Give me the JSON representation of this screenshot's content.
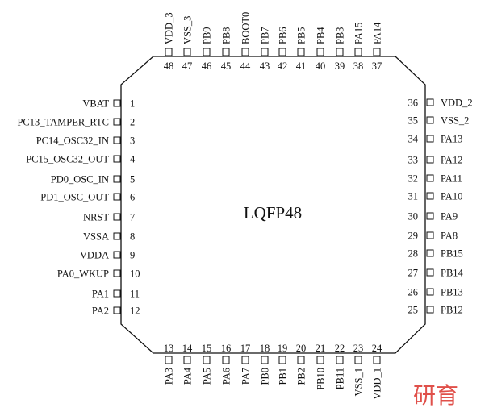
{
  "package_label": "LQFP48",
  "watermark": "研育",
  "colors": {
    "line": "#111111",
    "watermark": "#e0504a"
  },
  "pins": {
    "left": [
      {
        "num": "1",
        "name": "VBAT"
      },
      {
        "num": "2",
        "name": "PC13_TAMPER_RTC"
      },
      {
        "num": "3",
        "name": "PC14_OSC32_IN"
      },
      {
        "num": "4",
        "name": "PC15_OSC32_OUT"
      },
      {
        "num": "5",
        "name": "PD0_OSC_IN"
      },
      {
        "num": "6",
        "name": "PD1_OSC_OUT"
      },
      {
        "num": "7",
        "name": "NRST"
      },
      {
        "num": "8",
        "name": "VSSA"
      },
      {
        "num": "9",
        "name": "VDDA"
      },
      {
        "num": "10",
        "name": "PA0_WKUP"
      },
      {
        "num": "11",
        "name": "PA1"
      },
      {
        "num": "12",
        "name": "PA2"
      }
    ],
    "bottom": [
      {
        "num": "13",
        "name": "PA3"
      },
      {
        "num": "14",
        "name": "PA4"
      },
      {
        "num": "15",
        "name": "PA5"
      },
      {
        "num": "16",
        "name": "PA6"
      },
      {
        "num": "17",
        "name": "PA7"
      },
      {
        "num": "18",
        "name": "PB0"
      },
      {
        "num": "19",
        "name": "PB1"
      },
      {
        "num": "20",
        "name": "PB2"
      },
      {
        "num": "21",
        "name": "PB10"
      },
      {
        "num": "22",
        "name": "PB11"
      },
      {
        "num": "23",
        "name": "VSS_1"
      },
      {
        "num": "24",
        "name": "VDD_1"
      }
    ],
    "right": [
      {
        "num": "36",
        "name": "VDD_2"
      },
      {
        "num": "35",
        "name": "VSS_2"
      },
      {
        "num": "34",
        "name": "PA13"
      },
      {
        "num": "33",
        "name": "PA12"
      },
      {
        "num": "32",
        "name": "PA11"
      },
      {
        "num": "31",
        "name": "PA10"
      },
      {
        "num": "30",
        "name": "PA9"
      },
      {
        "num": "29",
        "name": "PA8"
      },
      {
        "num": "28",
        "name": "PB15"
      },
      {
        "num": "27",
        "name": "PB14"
      },
      {
        "num": "26",
        "name": "PB13"
      },
      {
        "num": "25",
        "name": "PB12"
      }
    ],
    "top": [
      {
        "num": "48",
        "name": "VDD_3"
      },
      {
        "num": "47",
        "name": "VSS_3"
      },
      {
        "num": "46",
        "name": "PB9"
      },
      {
        "num": "45",
        "name": "PB8"
      },
      {
        "num": "44",
        "name": "BOOT0"
      },
      {
        "num": "43",
        "name": "PB7"
      },
      {
        "num": "42",
        "name": "PB6"
      },
      {
        "num": "41",
        "name": "PB5"
      },
      {
        "num": "40",
        "name": "PB4"
      },
      {
        "num": "39",
        "name": "PB3"
      },
      {
        "num": "38",
        "name": "PA15"
      },
      {
        "num": "37",
        "name": "PA14"
      }
    ]
  }
}
